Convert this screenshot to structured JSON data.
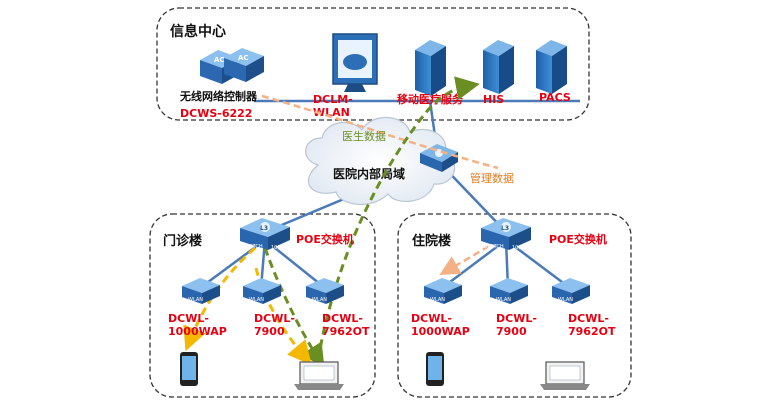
{
  "zones": {
    "info_center": "信息中心",
    "outpatient": "门诊楼",
    "inpatient": "住院楼",
    "intranet": "医院内部局域"
  },
  "info_center_devices": {
    "controller_label": "无线网络控制器",
    "controller_model": "DCWS-6222",
    "ac_text": "AC",
    "dclm_line1": "DCLM-",
    "dclm_line2": "WLAN",
    "mobile_service": "移动医疗服务",
    "his": "HIS",
    "pacs": "PACS"
  },
  "flows": {
    "doctor_data": "医生数据",
    "management_data": "管理数据"
  },
  "outpatient_devices": {
    "switch_label": "POE交换机",
    "ap1_line1": "DCWL-",
    "ap1_line2": "1000WAP",
    "ap2_line1": "DCWL-",
    "ap2_line2": "7900",
    "ap3_line1": "DCWL-",
    "ap3_line2": "7962OT"
  },
  "inpatient_devices": {
    "switch_label": "POE交换机",
    "ap1_line1": "DCWL-",
    "ap1_line2": "1000WAP",
    "ap2_line1": "DCWL-",
    "ap2_line2": "7900",
    "ap3_line1": "DCWL-",
    "ap3_line2": "7962OT"
  },
  "device_marks": {
    "switch_text": "SWITCH",
    "switch_speed": "1000M",
    "l3_text": "L3",
    "wlan_text": "WLAN"
  },
  "colors": {
    "accent_red": "#e60012",
    "link_blue": "#4a7ab8",
    "device_blue": "#2f6fb8",
    "green_flow": "#6b8e23",
    "orange_flow": "#f4b183",
    "yellow_flow": "#f5b800"
  }
}
